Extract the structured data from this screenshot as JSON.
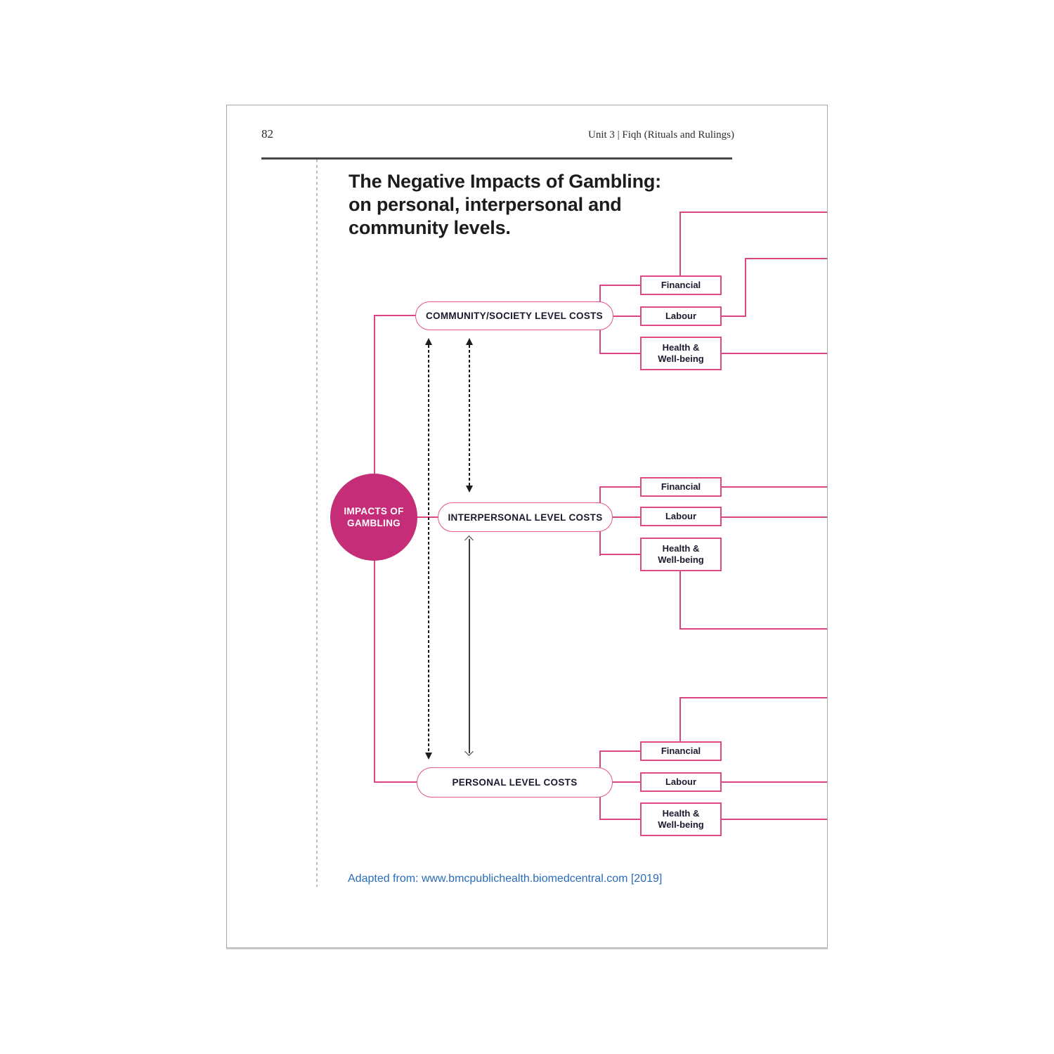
{
  "page": {
    "page_number": "82",
    "header_right": "Unit 3  |  Fiqh (Rituals and Rulings)",
    "title": "The Negative Impacts of Gambling:\non personal, interpersonal and\ncommunity levels.",
    "source_note": "Adapted from: www.bmcpublichealth.biomedcentral.com [2019]"
  },
  "diagram": {
    "hub_label": "IMPACTS OF\nGAMBLING",
    "groups": [
      {
        "name": "community",
        "label": "COMMUNITY/SOCIETY LEVEL COSTS",
        "items": [
          "Financial",
          "Labour",
          "Health &\nWell-being"
        ]
      },
      {
        "name": "interpersonal",
        "label": "INTERPERSONAL LEVEL COSTS",
        "items": [
          "Financial",
          "Labour",
          "Health &\nWell-being"
        ]
      },
      {
        "name": "personal",
        "label": "PERSONAL LEVEL COSTS",
        "items": [
          "Financial",
          "Labour",
          "Health &\nWell-being"
        ]
      }
    ],
    "colors": {
      "line_pink": "#DC4583",
      "hub_fill": "#C62D79",
      "arrow_black": "#1d1d1d",
      "source_blue": "#2A6CB7"
    }
  }
}
